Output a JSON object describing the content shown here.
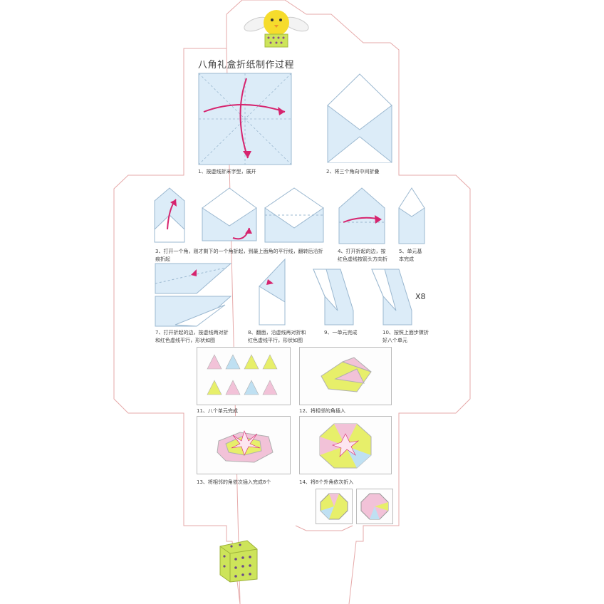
{
  "title": "八角礼盒折纸制作过程",
  "x_mark": "X8",
  "steps": [
    {
      "id": "s1",
      "caption": "1、按虚线折米字型，展开"
    },
    {
      "id": "s2",
      "caption": "2、将三个角向中间折叠"
    },
    {
      "id": "s3",
      "caption": "3、打开一个角，刚才剩下的一个角折起，到最上面角的平行线，翻转后沿折\n痕折起"
    },
    {
      "id": "s4",
      "caption": "4、打开折起的边，按\n红色虚线按箭头方向折"
    },
    {
      "id": "s5",
      "caption": "5、单元基\n本完成"
    },
    {
      "id": "s7",
      "caption": "7、打开折起的边，按虚线两对折\n和红色虚线平行，形状如图"
    },
    {
      "id": "s8",
      "caption": "8、翻面，沿虚线再对折和\n红色虚线平行，形状如图"
    },
    {
      "id": "s9",
      "caption": "9、一单元完成"
    },
    {
      "id": "s10",
      "caption": "10、按照上面步骤折\n好八个单元"
    },
    {
      "id": "s11",
      "caption": "11、八个单元完成"
    },
    {
      "id": "s12",
      "caption": "12、将相邻的角插入"
    },
    {
      "id": "s13",
      "caption": "13、将相邻的角依次插入完成8个"
    },
    {
      "id": "s14",
      "caption": "14、将8个外角依次折入"
    }
  ],
  "colors": {
    "paper_blue": "#dcecf8",
    "fold_line": "#9bb8d0",
    "arrow": "#d6246e",
    "outline": "#e6a9a9",
    "polka_yellow": "#e7ef6a",
    "polka_pink": "#f2c2d8",
    "polka_blue": "#bfe0f2"
  }
}
